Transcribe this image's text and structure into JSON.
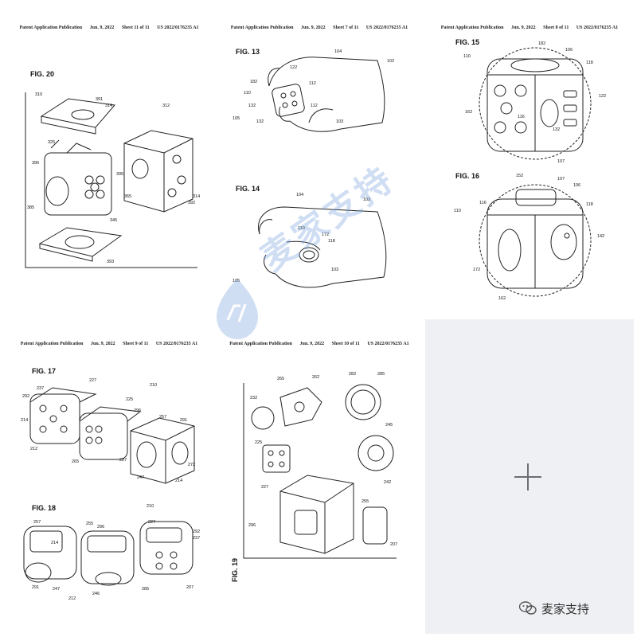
{
  "panels": [
    {
      "header": [
        "Patent Application Publication",
        "Jun. 9, 2022",
        "Sheet 11 of 11",
        "US 2022/0176235 A1"
      ],
      "figures": [
        {
          "label": "FIG. 20",
          "refs": [
            "310",
            "391",
            "314",
            "312",
            "325",
            "396",
            "395",
            "365",
            "314",
            "392",
            "385",
            "345",
            "393"
          ]
        }
      ]
    },
    {
      "header": [
        "Patent Application Publication",
        "Jun. 9, 2022",
        "Sheet 7 of 11",
        "US 2022/0176235 A1"
      ],
      "figures": [
        {
          "label": "FIG. 13",
          "refs": [
            "104",
            "102",
            "122",
            "182",
            "112",
            "110",
            "132",
            "112",
            "105",
            "132",
            "103"
          ]
        },
        {
          "label": "FIG. 14",
          "refs": [
            "104",
            "102",
            "110",
            "172",
            "118",
            "105",
            "103"
          ]
        }
      ]
    },
    {
      "header": [
        "Patent Application Publication",
        "Jun. 9, 2022",
        "Sheet 8 of 11",
        "US 2022/0176235 A1"
      ],
      "figures": [
        {
          "label": "FIG. 15",
          "refs": [
            "182",
            "106",
            "110",
            "118",
            "122",
            "162",
            "116",
            "132",
            "107"
          ]
        },
        {
          "label": "FIG. 16",
          "refs": [
            "152",
            "107",
            "106",
            "110",
            "116",
            "118",
            "142",
            "172",
            "162"
          ]
        }
      ]
    },
    {
      "header": [
        "Patent Application Publication",
        "Jun. 9, 2022",
        "Sheet 9 of 11",
        "US 2022/0176235 A1"
      ],
      "figures": [
        {
          "label": "FIG. 17",
          "refs": [
            "227",
            "210",
            "237",
            "292",
            "225",
            "296",
            "214",
            "257",
            "291",
            "265",
            "287",
            "212",
            "247",
            "214",
            "272"
          ]
        },
        {
          "label": "FIG. 18",
          "refs": [
            "210",
            "257",
            "255",
            "296",
            "227",
            "292",
            "214",
            "237",
            "291",
            "247",
            "212",
            "246",
            "285",
            "207"
          ]
        }
      ]
    },
    {
      "header": [
        "Patent Application Publication",
        "Jun. 9, 2022",
        "Sheet 10 of 11",
        "US 2022/0176235 A1"
      ],
      "figures": [
        {
          "label": "FIG. 19",
          "refs": [
            "265",
            "262",
            "282",
            "285",
            "232",
            "245",
            "225",
            "227",
            "242",
            "255",
            "296",
            "207"
          ]
        }
      ]
    }
  ],
  "watermark": {
    "text": "麦家支持"
  },
  "add_tile": {
    "icon": "plus-icon"
  },
  "badge": {
    "text": "麦家支持",
    "icon": "wechat-icon"
  },
  "colors": {
    "tile_bg": "#eef0f3",
    "watermark": "#78a0dc",
    "plus": "#6b6f75"
  }
}
